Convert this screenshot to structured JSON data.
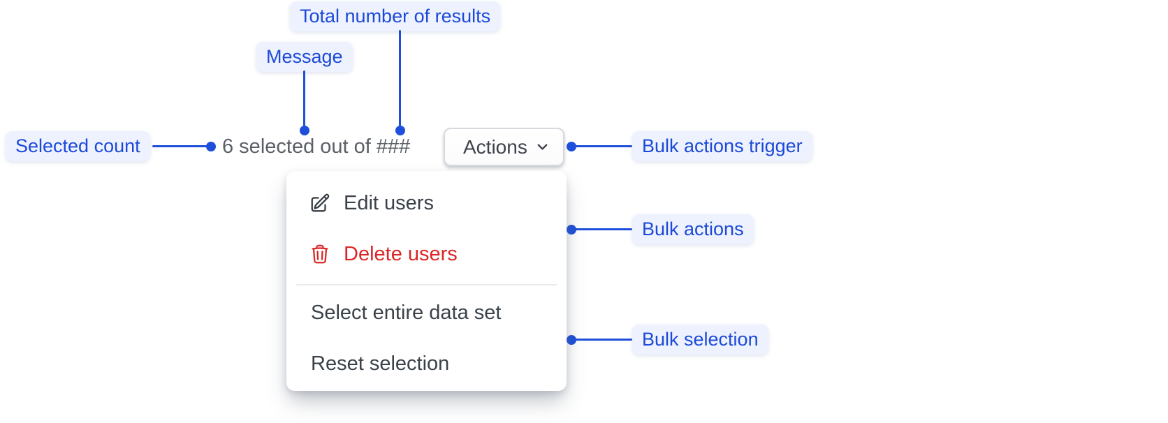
{
  "annotations": {
    "total_results": "Total number of results",
    "message": "Message",
    "selected_count": "Selected count",
    "bulk_actions_trigger": "Bulk actions trigger",
    "bulk_actions": "Bulk actions",
    "bulk_selection": "Bulk selection"
  },
  "component": {
    "selection_message": "6 selected out of ###",
    "trigger": {
      "label": "Actions",
      "caret_icon": "chevron-down-icon"
    },
    "menu": {
      "action_items": [
        {
          "label": "Edit users",
          "icon": "pencil-square-icon",
          "danger": false
        },
        {
          "label": "Delete users",
          "icon": "trash-icon",
          "danger": true
        }
      ],
      "selection_items": [
        {
          "label": "Select entire data set"
        },
        {
          "label": "Reset selection"
        }
      ]
    }
  },
  "colors": {
    "annotation_text": "#1c49d8",
    "annotation_bg": "#edf2fe",
    "connector_blue": "#1d4fdb",
    "muted_text": "#5b6067",
    "dark_text": "#3a4149",
    "danger_red": "#dc2626",
    "button_border": "#d5d8dd",
    "divider": "#e8eaec"
  }
}
